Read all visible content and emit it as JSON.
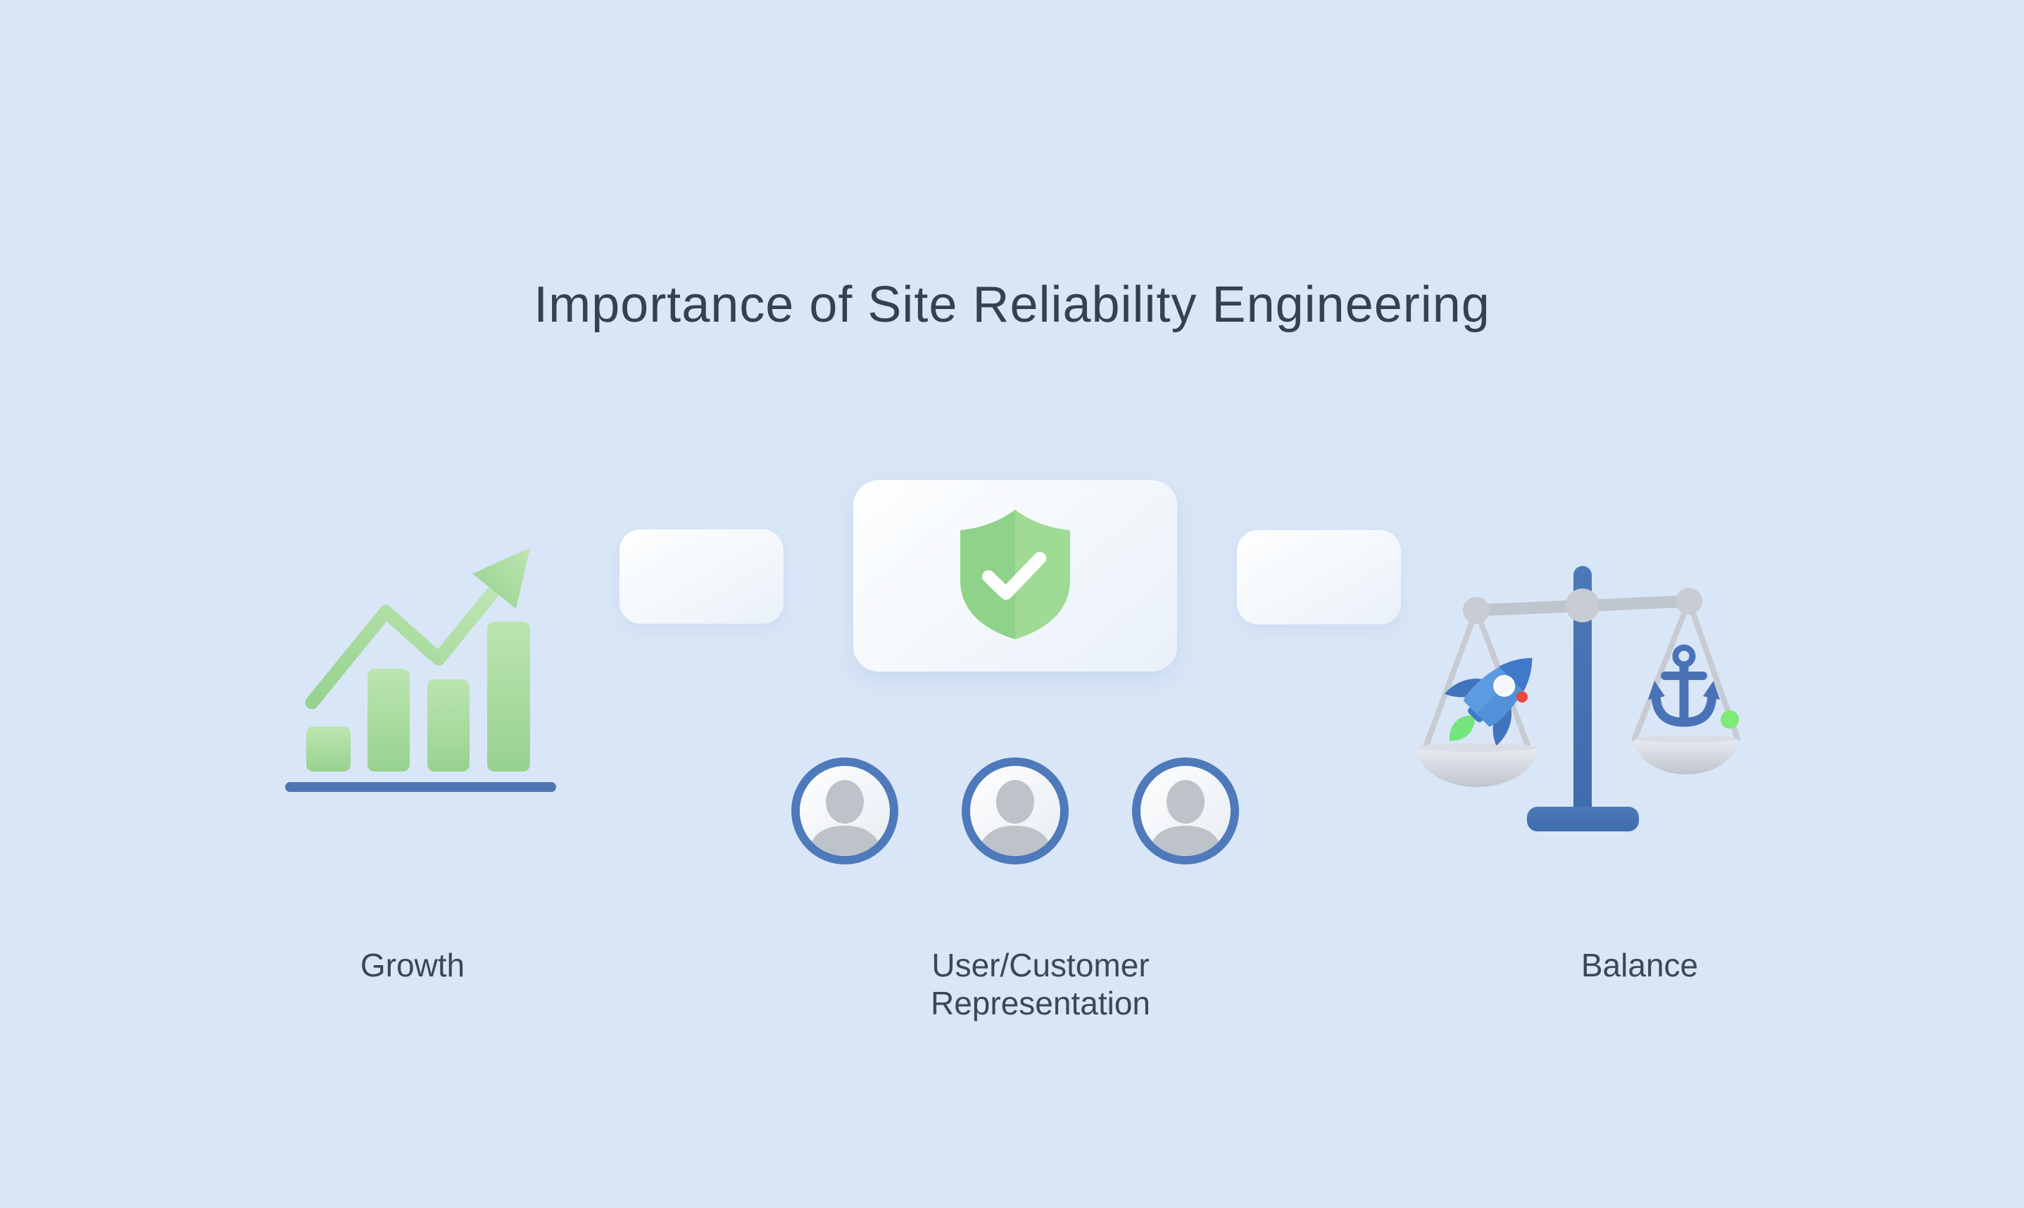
{
  "title": "Importance of Site Reliability Engineering",
  "sections": [
    {
      "id": "growth",
      "label": "Growth",
      "icon": "growth-chart-icon"
    },
    {
      "id": "user-customer-representation",
      "label": "User/Customer Representation",
      "icons": [
        "shield-check-icon",
        "user-avatar-icon",
        "user-avatar-icon",
        "user-avatar-icon"
      ]
    },
    {
      "id": "balance",
      "label": "Balance",
      "icon": "balance-scale-icon"
    }
  ],
  "balance_scale": {
    "left_pan_contents": [
      "rocket-icon",
      "red-dot"
    ],
    "right_pan_contents": [
      "anchor-icon",
      "green-dot"
    ]
  },
  "colors": {
    "bg": "#D9E6F7",
    "ink": "#33424C",
    "ink-soft": "#3A4853",
    "green-light": "#BCE5B0",
    "green-mid": "#97D28F",
    "line-blue": "#4C76B4",
    "shield-left": "#8FD289",
    "shield-right": "#9FDB95",
    "avatar-ring": "#4E79BB",
    "silhouette": "#BEC3C9",
    "metal": "#BFC5CD",
    "joint": "#C7CBD3",
    "pan-light": "#E9EBF0",
    "pan-dark": "#BFC5CE",
    "post-blue": "#4C79B8",
    "post-dark": "#3E6CAC",
    "rocket-body": "#5B9BE0",
    "rocket-dark": "#3F79C9",
    "rocket-fin": "#4174BE",
    "flame": "#74E57C",
    "dot-red": "#E8473D",
    "dot-green": "#7EEB72",
    "anchor": "#4A73B7"
  }
}
